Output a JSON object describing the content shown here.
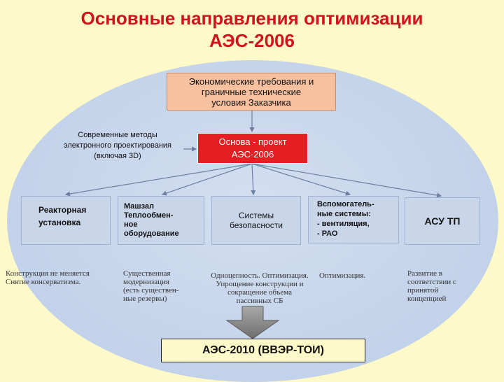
{
  "title": {
    "line1": "Основные направления оптимизации",
    "line2": "АЭС-2006"
  },
  "diagram": {
    "requirements": "Экономические требования и\nграничные технические\nусловия Заказчика",
    "modern_methods": "Современные методы\nэлектронного проектирования\n(включая 3D)",
    "base_project": "Основа - проект\nАЭС-2006",
    "subsystems": [
      {
        "label": "Реакторная\nустановка"
      },
      {
        "label": "Машзал\nТеплообмен-\nное\nоборудование"
      },
      {
        "label": "Системы\nбезопасности"
      },
      {
        "label": "Вспомогатель-\nные системы:\n- вентиляция,\n- РАО"
      },
      {
        "label": "АСУ ТП"
      }
    ],
    "notes": [
      "Конструкция не меняется\nСнятие консерватизма.",
      "Существенная\nмодернизация\n(есть существен-\nные резервы)",
      "Одноцепность. Оптимизация.\nУпрощение конструкции и\nсокращение объема\nпассивных СБ",
      "Оптимизация.",
      "Развитие в\nсоответствии с\nпринятой\nконцепцией"
    ],
    "result": "АЭС-2010 (ВВЭР-ТОИ)"
  },
  "colors": {
    "title": "#d0141c",
    "background": "#fdf9c9",
    "ellipse": "#c2d2ea",
    "requirements_box": "#f7c09e",
    "base_box": "#e41e22",
    "subsystem_box": "#c9d6ea",
    "result_arrow": "#8c8c8c"
  }
}
